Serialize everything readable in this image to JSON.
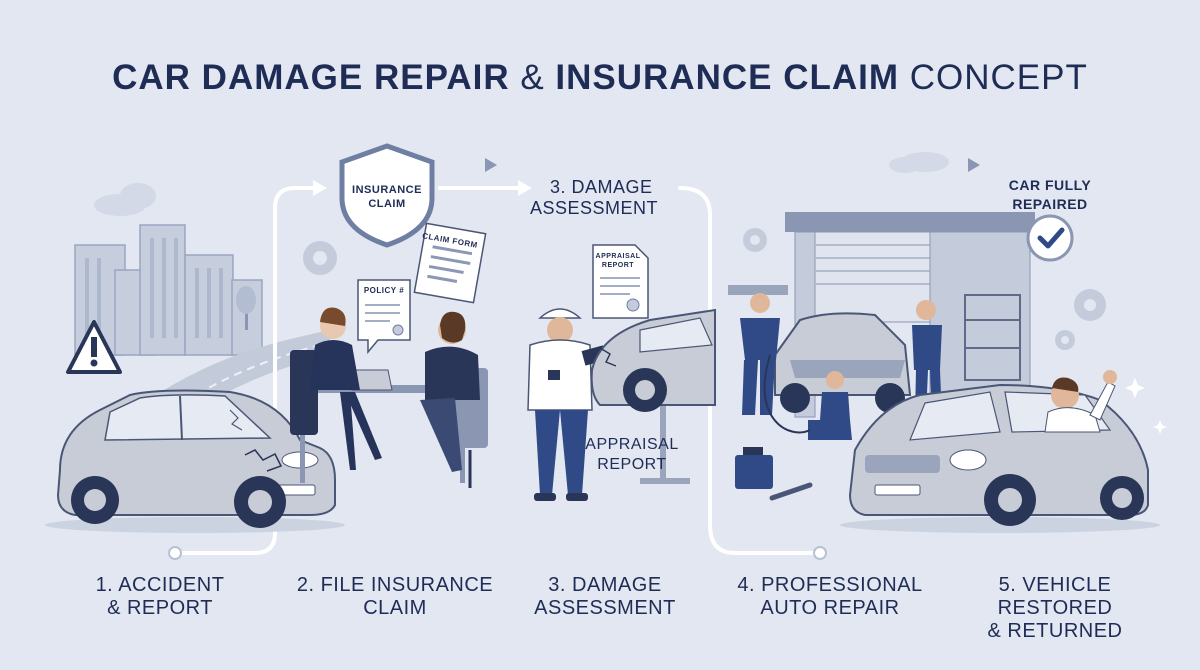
{
  "title": {
    "bold_part1": "CAR DAMAGE REPAIR",
    "amp": " & ",
    "bold_part2": "INSURANCE CLAIM",
    "light_part": " CONCEPT"
  },
  "steps": [
    {
      "line1": "1. ACCIDENT",
      "line2": "& REPORT"
    },
    {
      "line1": "2. FILE INSURANCE",
      "line2": "CLAIM"
    },
    {
      "line1": "3. DAMAGE",
      "line2": "ASSESSMENT"
    },
    {
      "line1": "4. PROFESSIONAL",
      "line2": "AUTO REPAIR"
    },
    {
      "line1": "5. VEHICLE RESTORED",
      "line2": "& RETURNED"
    }
  ],
  "callouts": {
    "insurance_shield": {
      "line1": "INSURANCE",
      "line2": "CLAIM"
    },
    "claim_form": "CLAIM FORM",
    "policy": "POLICY #",
    "appraisal_doc": {
      "line1": "APPRAISAL",
      "line2": "REPORT"
    },
    "assessment_heading": {
      "line1": "3. DAMAGE",
      "line2": "ASSESSMENT"
    },
    "appraisal_label": {
      "line1": "APPRAISAL",
      "line2": "REPORT"
    },
    "fully_repaired": {
      "line1": "CAR FULLY",
      "line2": "REPAIRED"
    }
  },
  "colors": {
    "background": "#e2e7f1",
    "navy": "#1f2c55",
    "car_silver": "#c7ccd6",
    "uniform_blue": "#2f4a86",
    "buildings": "#c6cede"
  },
  "icons": [
    "warning-icon",
    "shield-icon",
    "gear-icon",
    "checkmark-icon",
    "wrench-icon",
    "cloud-icon",
    "sparkle-icon"
  ]
}
